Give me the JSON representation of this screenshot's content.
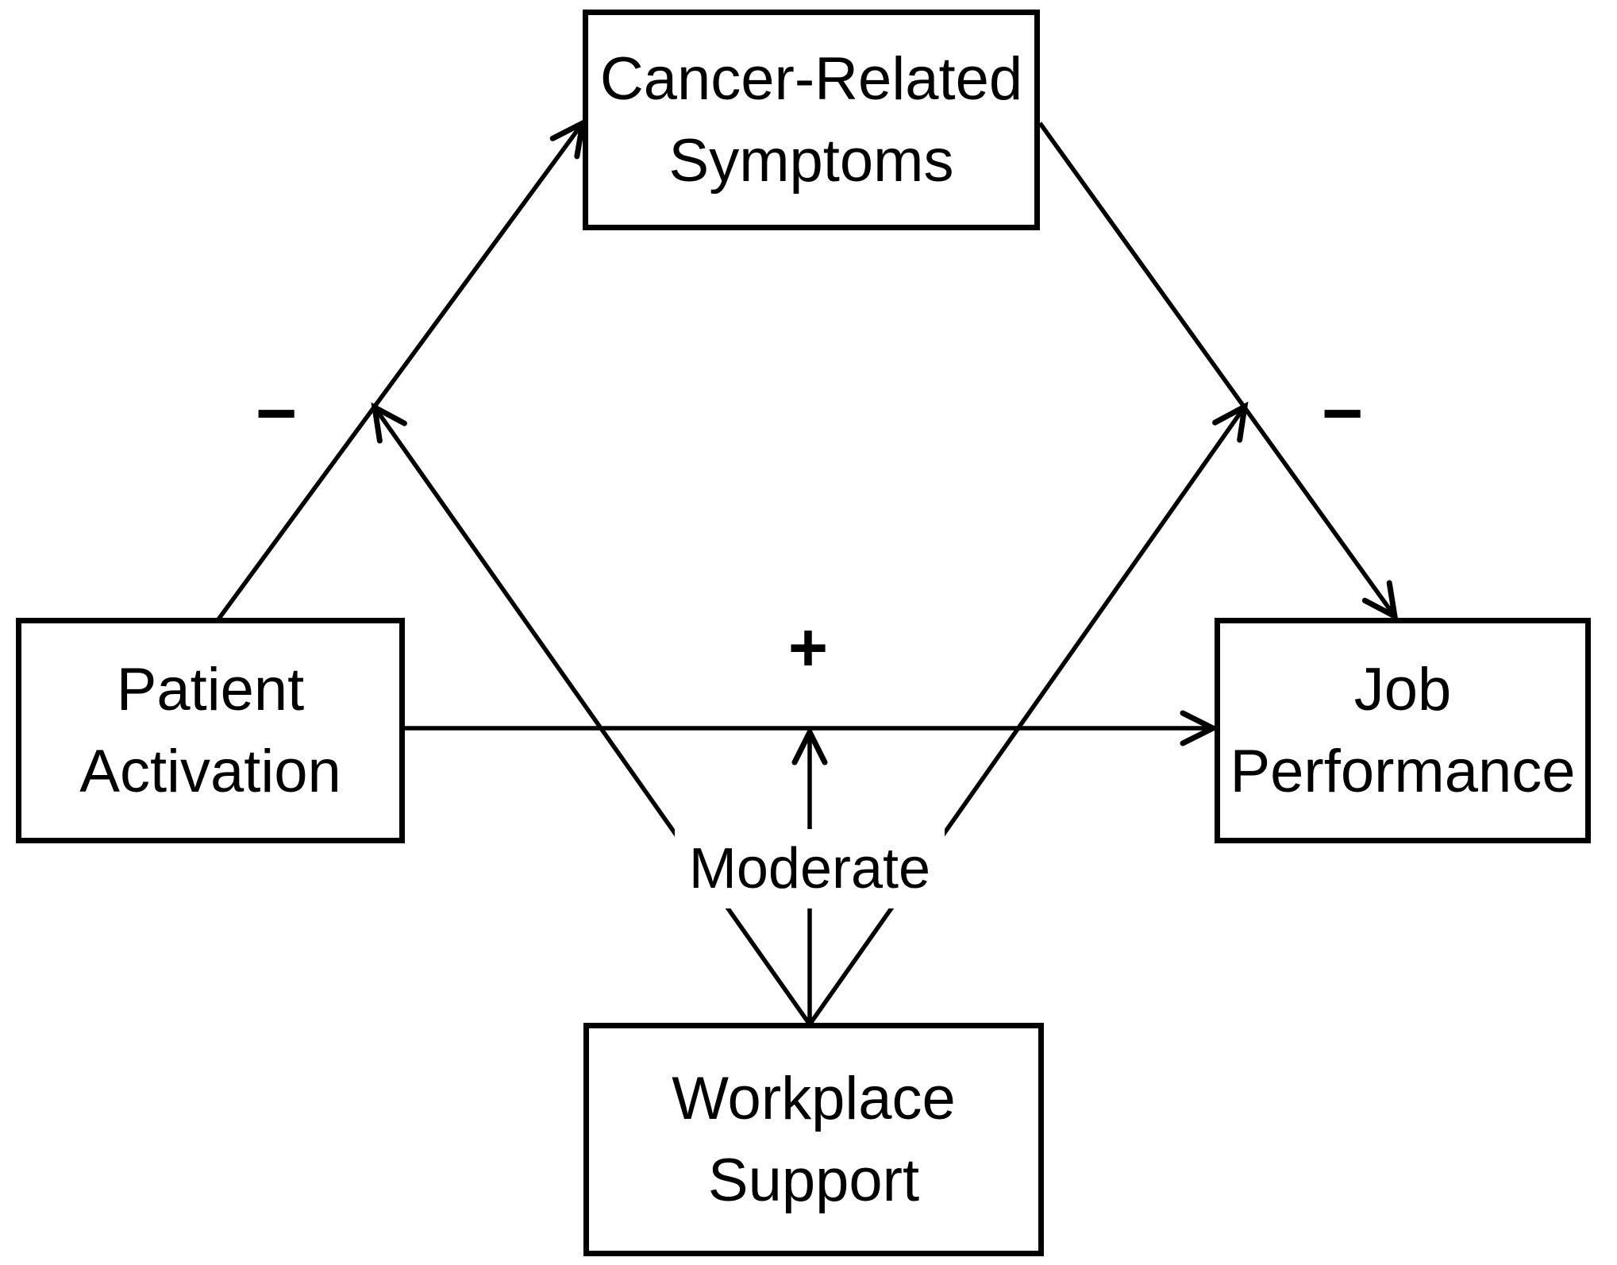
{
  "figure": {
    "type": "conceptual-moderation-model",
    "background_color": "#ffffff",
    "line_color": "#000000",
    "text_color": "#000000"
  },
  "nodes": {
    "cancer_related_symptoms": {
      "line1": "Cancer-Related",
      "line2": "Symptoms"
    },
    "patient_activation": {
      "line1": "Patient",
      "line2": "Activation"
    },
    "job_performance": {
      "line1": "Job",
      "line2": "Performance"
    },
    "workplace_support": {
      "line1": "Workplace",
      "line2": "Support"
    }
  },
  "edges": {
    "patient_activation_to_cancer_symptoms": {
      "from": "Patient Activation",
      "to": "Cancer-Related Symptoms",
      "sign": "−"
    },
    "cancer_symptoms_to_job_performance": {
      "from": "Cancer-Related Symptoms",
      "to": "Job Performance",
      "sign": "−"
    },
    "patient_activation_to_job_performance": {
      "from": "Patient Activation",
      "to": "Job Performance",
      "sign": "+"
    },
    "moderation": {
      "from": "Workplace Support",
      "label": "Moderate",
      "targets": [
        "Patient Activation → Cancer-Related Symptoms",
        "Patient Activation → Job Performance",
        "Cancer-Related Symptoms → Job Performance"
      ]
    }
  },
  "labels": {
    "minus_left": "−",
    "minus_right": "−",
    "plus": "+",
    "moderate": "Moderate"
  }
}
